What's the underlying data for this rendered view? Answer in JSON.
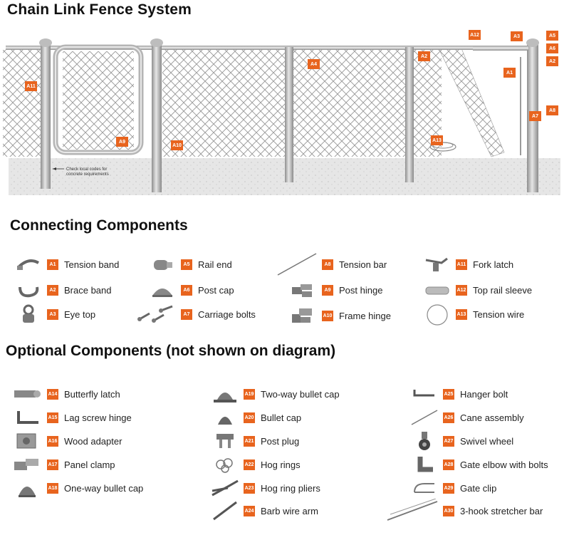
{
  "title": "Chain Link Fence System",
  "diagram": {
    "note_line1": "Check local codes for",
    "note_line2": "concrete requirements",
    "callouts": [
      "A11",
      "A9",
      "A10",
      "A4",
      "A2",
      "A12",
      "A13",
      "A3",
      "A5",
      "A6",
      "A2",
      "A1",
      "A8",
      "A7"
    ]
  },
  "connecting": {
    "heading": "Connecting Components",
    "items": [
      {
        "code": "A1",
        "label": "Tension band",
        "icon": "tension-band-icon"
      },
      {
        "code": "A2",
        "label": "Brace band",
        "icon": "brace-band-icon"
      },
      {
        "code": "A3",
        "label": "Eye top",
        "icon": "eye-top-icon"
      },
      {
        "code": "A5",
        "label": "Rail end",
        "icon": "rail-end-icon"
      },
      {
        "code": "A6",
        "label": "Post cap",
        "icon": "post-cap-icon"
      },
      {
        "code": "A7",
        "label": "Carriage bolts",
        "icon": "carriage-bolts-icon"
      },
      {
        "code": "A8",
        "label": "Tension bar",
        "icon": "tension-bar-icon"
      },
      {
        "code": "A9",
        "label": "Post hinge",
        "icon": "post-hinge-icon"
      },
      {
        "code": "A10",
        "label": "Frame hinge",
        "icon": "frame-hinge-icon"
      },
      {
        "code": "A11",
        "label": "Fork latch",
        "icon": "fork-latch-icon"
      },
      {
        "code": "A12",
        "label": "Top rail sleeve",
        "icon": "top-rail-sleeve-icon"
      },
      {
        "code": "A13",
        "label": "Tension wire",
        "icon": "tension-wire-icon"
      }
    ]
  },
  "optional": {
    "heading": "Optional Components (not shown on diagram)",
    "items": [
      {
        "code": "A14",
        "label": "Butterfly latch",
        "icon": "butterfly-latch-icon"
      },
      {
        "code": "A15",
        "label": "Lag screw hinge",
        "icon": "lag-screw-hinge-icon"
      },
      {
        "code": "A16",
        "label": "Wood adapter",
        "icon": "wood-adapter-icon"
      },
      {
        "code": "A17",
        "label": "Panel clamp",
        "icon": "panel-clamp-icon"
      },
      {
        "code": "A18",
        "label": "One-way bullet cap",
        "icon": "one-way-bullet-cap-icon"
      },
      {
        "code": "A19",
        "label": "Two-way bullet cap",
        "icon": "two-way-bullet-cap-icon"
      },
      {
        "code": "A20",
        "label": "Bullet cap",
        "icon": "bullet-cap-icon"
      },
      {
        "code": "A21",
        "label": "Post plug",
        "icon": "post-plug-icon"
      },
      {
        "code": "A22",
        "label": "Hog rings",
        "icon": "hog-rings-icon"
      },
      {
        "code": "A23",
        "label": "Hog ring pliers",
        "icon": "hog-ring-pliers-icon"
      },
      {
        "code": "A24",
        "label": "Barb wire arm",
        "icon": "barb-wire-arm-icon"
      },
      {
        "code": "A25",
        "label": "Hanger bolt",
        "icon": "hanger-bolt-icon"
      },
      {
        "code": "A26",
        "label": "Cane assembly",
        "icon": "cane-assembly-icon"
      },
      {
        "code": "A27",
        "label": "Swivel wheel",
        "icon": "swivel-wheel-icon"
      },
      {
        "code": "A28",
        "label": "Gate elbow with bolts",
        "icon": "gate-elbow-icon"
      },
      {
        "code": "A29",
        "label": "Gate clip",
        "icon": "gate-clip-icon"
      },
      {
        "code": "A30",
        "label": "3-hook stretcher bar",
        "icon": "stretcher-bar-icon"
      }
    ]
  }
}
